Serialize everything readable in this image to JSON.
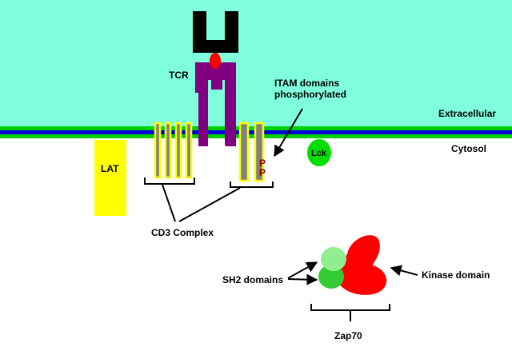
{
  "labels": {
    "tcr": "TCR",
    "itam": [
      "ITAM domains",
      "phosphorylated"
    ],
    "extracellular": "Extracellular",
    "cytosol": "Cytosol",
    "lat": "LAT",
    "lck": "Lck",
    "phospho": "P",
    "cd3": "CD3 Complex",
    "sh2": "SH2 domains",
    "kinase": "Kinase domain",
    "zap70": "Zap70"
  },
  "colors": {
    "extracellular": "#80ffdd",
    "membrane_outer": "#00d000",
    "membrane_mid": "#0000dd",
    "tcr_top": "#000000",
    "tcr_body": "#800080",
    "tcr_spot": "#ff0000",
    "lat": "#ffff00",
    "lck": "#00dd00",
    "cd3_outline": "#ffff00",
    "cd3_fill": "#808080",
    "phospho": "#8b0000",
    "sh2_light": "#90ee90",
    "sh2_dark": "#33cc33",
    "kinase": "#ff0000"
  }
}
